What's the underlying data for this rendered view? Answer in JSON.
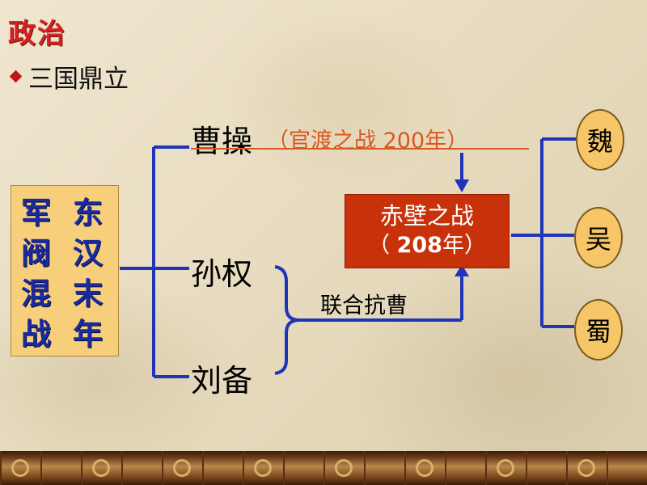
{
  "title": "政治",
  "bullet": "三国鼎立",
  "left_box": {
    "col_right": [
      "东",
      "汉",
      "末",
      "年"
    ],
    "col_left": [
      "军",
      "阀",
      "混",
      "战"
    ]
  },
  "nodes": {
    "caocao": "曹操",
    "guandu": "（官渡之战  200年）",
    "sunquan": "孙权",
    "liubei": "刘备",
    "alliance": "联合抗曹"
  },
  "chibi": {
    "name": "赤壁之战",
    "year_open": "（ ",
    "year_num": "208",
    "year_close": "年）"
  },
  "kingdoms": [
    "魏",
    "吴",
    "蜀"
  ],
  "colors": {
    "title": "#d42020",
    "line": "#1f34b8",
    "chibi_box": "#c8320a",
    "left_box": "#f7cf7a",
    "kingdom_fill": "#f7c668",
    "guandu_text": "#d65a1f"
  }
}
